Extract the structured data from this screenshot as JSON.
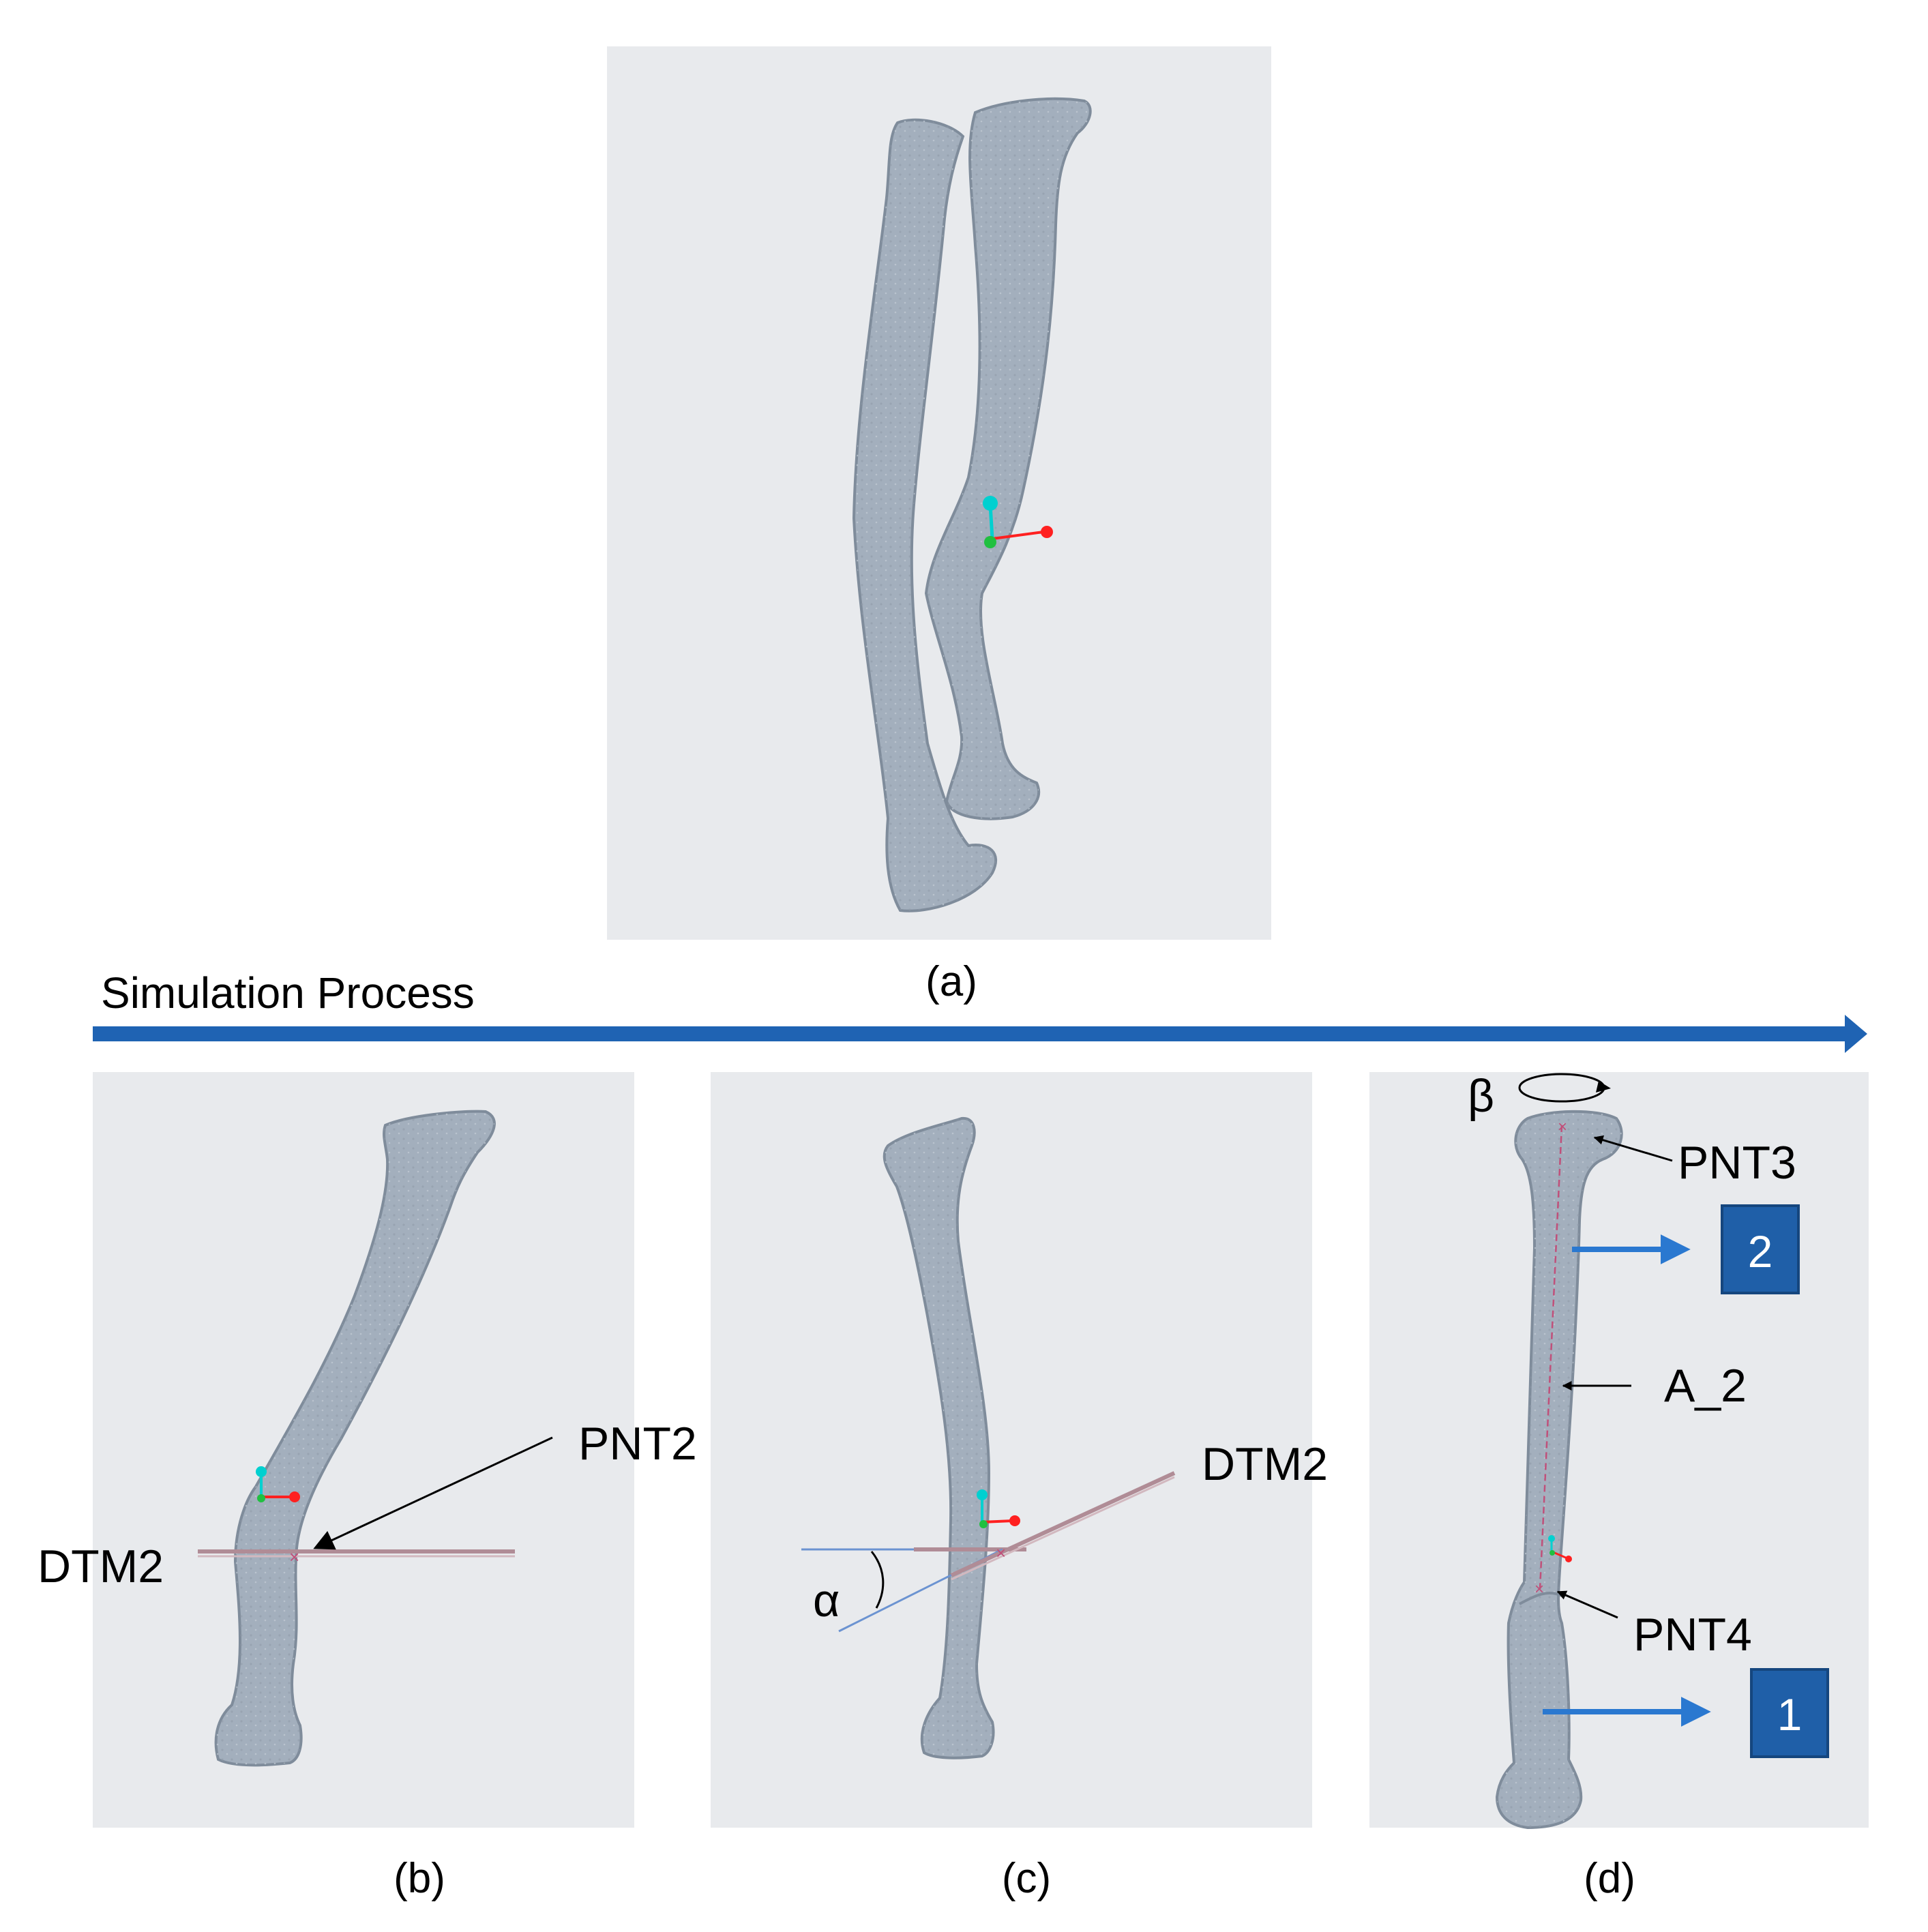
{
  "colors": {
    "panel_bg": "#e8eaed",
    "bone": "#a3afbd",
    "bone_shadow": "#7f8c9b",
    "process_arrow": "#1f63b3",
    "box": "#1f5fa8",
    "plane": "#b08c96",
    "axis_line": "#c0507a",
    "alpha_line": "#6b93d1",
    "axis_x": "#ff2020",
    "axis_y": "#00d0d0",
    "axis_z": "#20c040"
  },
  "process_label": "Simulation Process",
  "captions": {
    "a": "(a)",
    "b": "(b)",
    "c": "(c)",
    "d": "(d)"
  },
  "labels": {
    "b_dtm": "DTM2",
    "pnt2": "PNT2",
    "c_dtm": "DTM2",
    "alpha": "α",
    "beta": "β",
    "pnt3": "PNT3",
    "a2": "A_2",
    "pnt4": "PNT4",
    "box2": "2",
    "box1": "1"
  },
  "icons": [
    "bone-model",
    "coordinate-axes-icon",
    "rotation-arrow-icon",
    "blue-arrow-icon"
  ]
}
